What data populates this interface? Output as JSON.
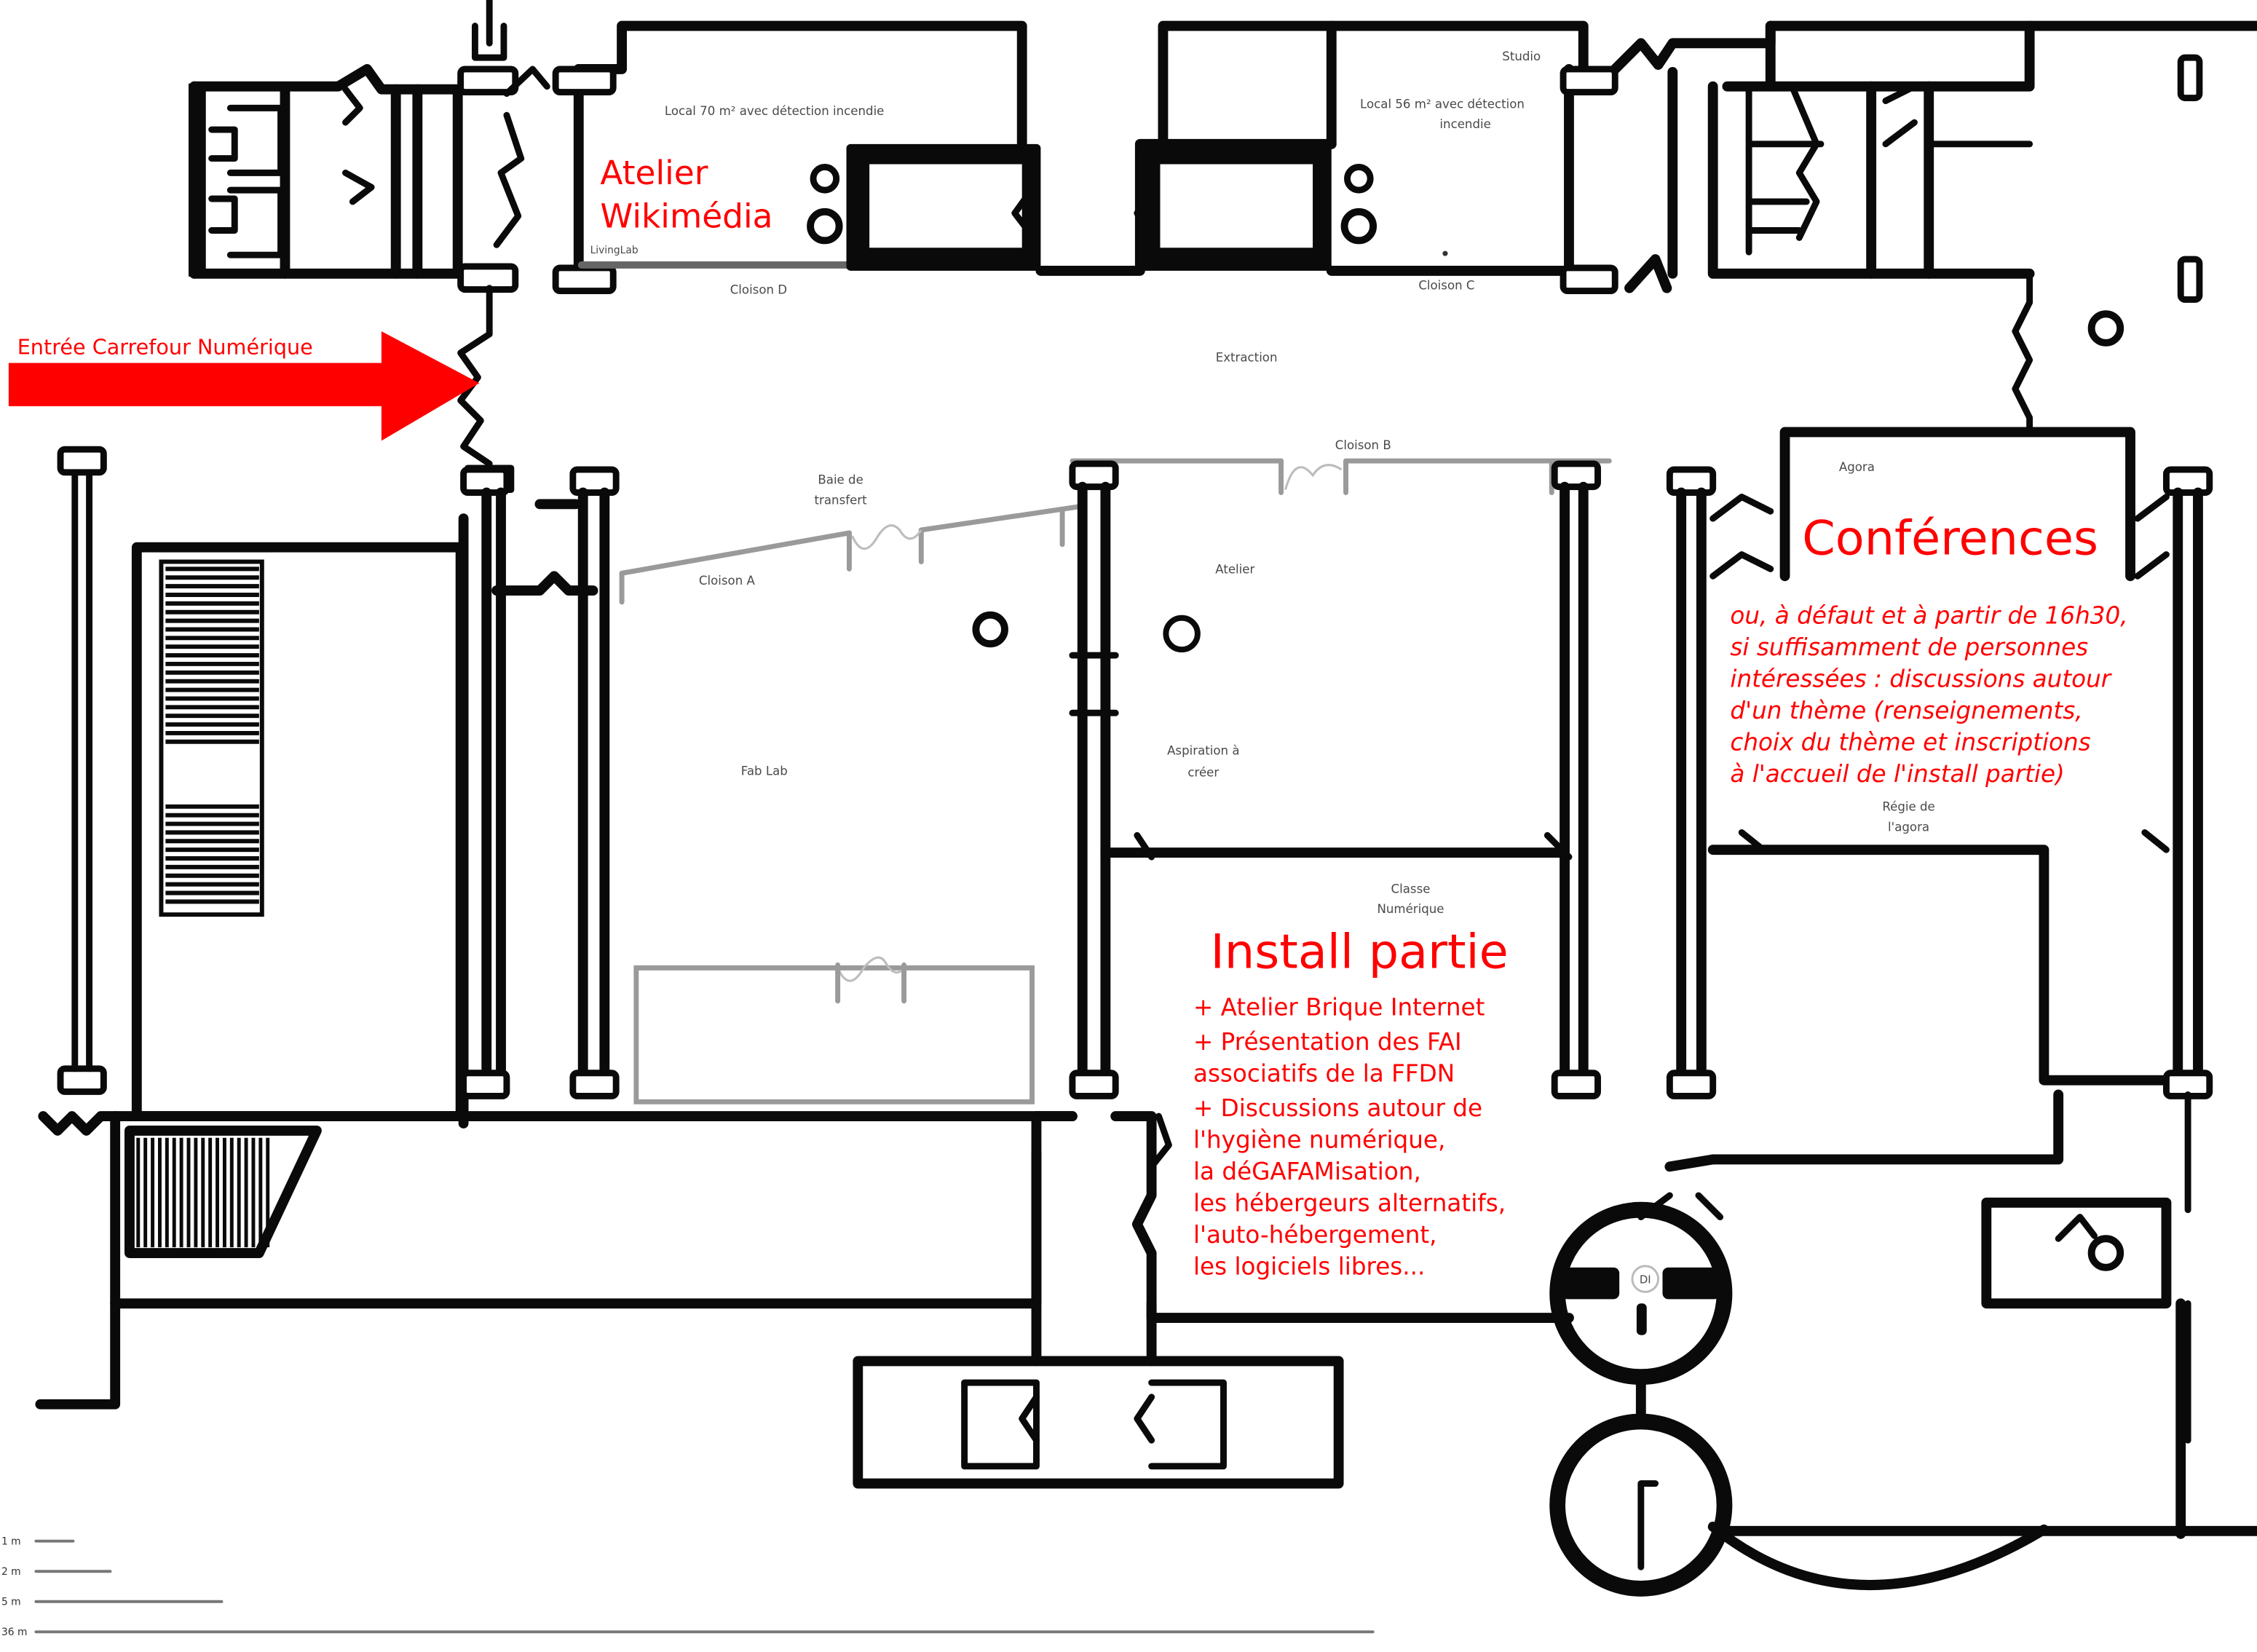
{
  "entrance": {
    "label": "Entrée Carrefour Numérique",
    "arrow_color": "#ff0000",
    "icon": "right-arrow-icon"
  },
  "rooms": {
    "local70": "Local 70 m² avec  détection incendie",
    "local56_line1": "Local 56 m² avec  détection",
    "local56_line2": "incendie",
    "studio": "Studio",
    "livinglab": "LivingLab",
    "cloison_d": "Cloison D",
    "cloison_c": "Cloison C",
    "extraction": "Extraction",
    "baie_line1": "Baie de",
    "baie_line2": "transfert",
    "cloison_a": "Cloison A",
    "cloison_b": "Cloison B",
    "atelier": "Atelier",
    "fablab": "Fab Lab",
    "aspiration_line1": "Aspiration à",
    "aspiration_line2": "créer",
    "classe_line1": "Classe",
    "classe_line2": "Numérique",
    "agora": "Agora",
    "regie_line1": "Régie de",
    "regie_line2": "l'agora",
    "di": "DI"
  },
  "annotations": {
    "wikimedia_line1": "Atelier",
    "wikimedia_line2": "Wikimédia",
    "conferences_title": "Conférences",
    "conferences_note": [
      "ou, à défaut et à partir de 16h30,",
      "si suffisamment de personnes",
      "intéressées : discussions autour",
      "d'un thème (renseignements,",
      "choix du thème et inscriptions",
      "à l'accueil de l'install partie)"
    ],
    "install_title": "Install partie",
    "install_items": [
      "+ Atelier Brique Internet",
      "+ Présentation des FAI",
      "associatifs de la FFDN",
      "+ Discussions autour de",
      "l'hygiène numérique,",
      "la déGAFAMisation,",
      "les hébergeurs alternatifs,",
      "l'auto-hébergement,",
      "les logiciels libres..."
    ],
    "accent_color": "#ff0000"
  },
  "scale": [
    {
      "label": "1 m",
      "meters": 1
    },
    {
      "label": "2 m",
      "meters": 2
    },
    {
      "label": "5 m",
      "meters": 5
    },
    {
      "label": "36 m",
      "meters": 36
    }
  ]
}
